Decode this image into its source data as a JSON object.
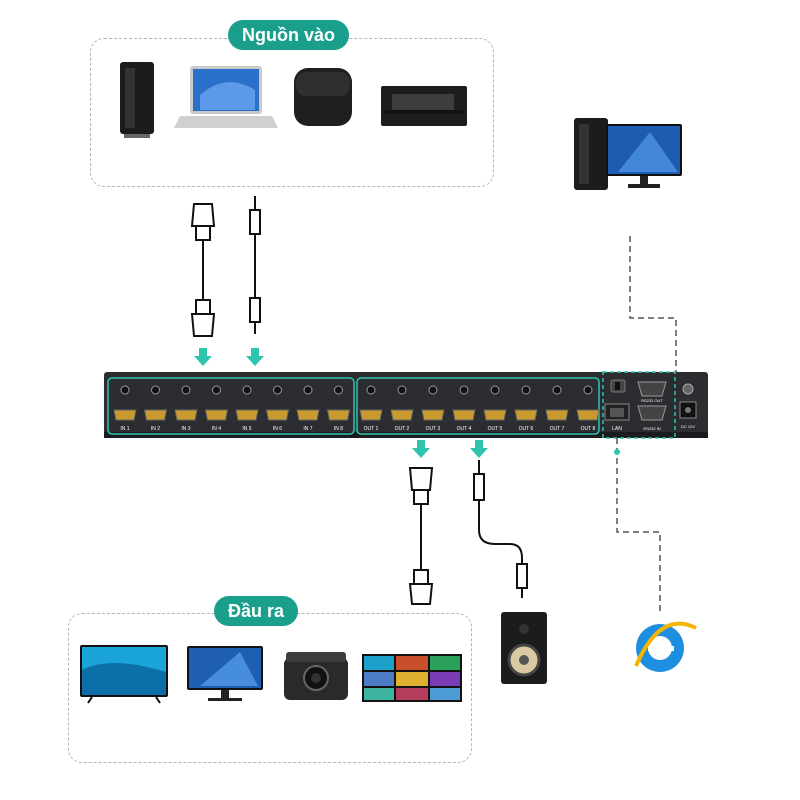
{
  "sections": {
    "input_label": "Nguồn vào",
    "output_label": "Đầu ra"
  },
  "matrix": {
    "input_ports": [
      "IN 1",
      "IN 2",
      "IN 3",
      "IN 4",
      "IN 5",
      "IN 6",
      "IN 7",
      "IN 8"
    ],
    "output_ports": [
      "OUT 1",
      "OUT 2",
      "OUT 3",
      "OUT 4",
      "OUT 5",
      "OUT 6",
      "OUT 7",
      "OUT 8"
    ],
    "lan_label": "LAN",
    "rs232_out_label": "RS232 OUT",
    "rs232_in_label": "RS232 IN",
    "dc_label": "DC 12V"
  },
  "devices": {
    "inputs": [
      "desktop-pc-icon",
      "laptop-icon",
      "tv-box-icon",
      "av-receiver-icon"
    ],
    "outputs": [
      "tv-icon",
      "monitor-icon",
      "projector-icon",
      "video-wall-icon",
      "speaker-icon"
    ],
    "controllers": [
      "pc-control-icon",
      "browser-icon"
    ]
  },
  "colors": {
    "accent": "#1a9f8c",
    "panel": "#2b2d31",
    "highlight": "#2ec4ae"
  }
}
